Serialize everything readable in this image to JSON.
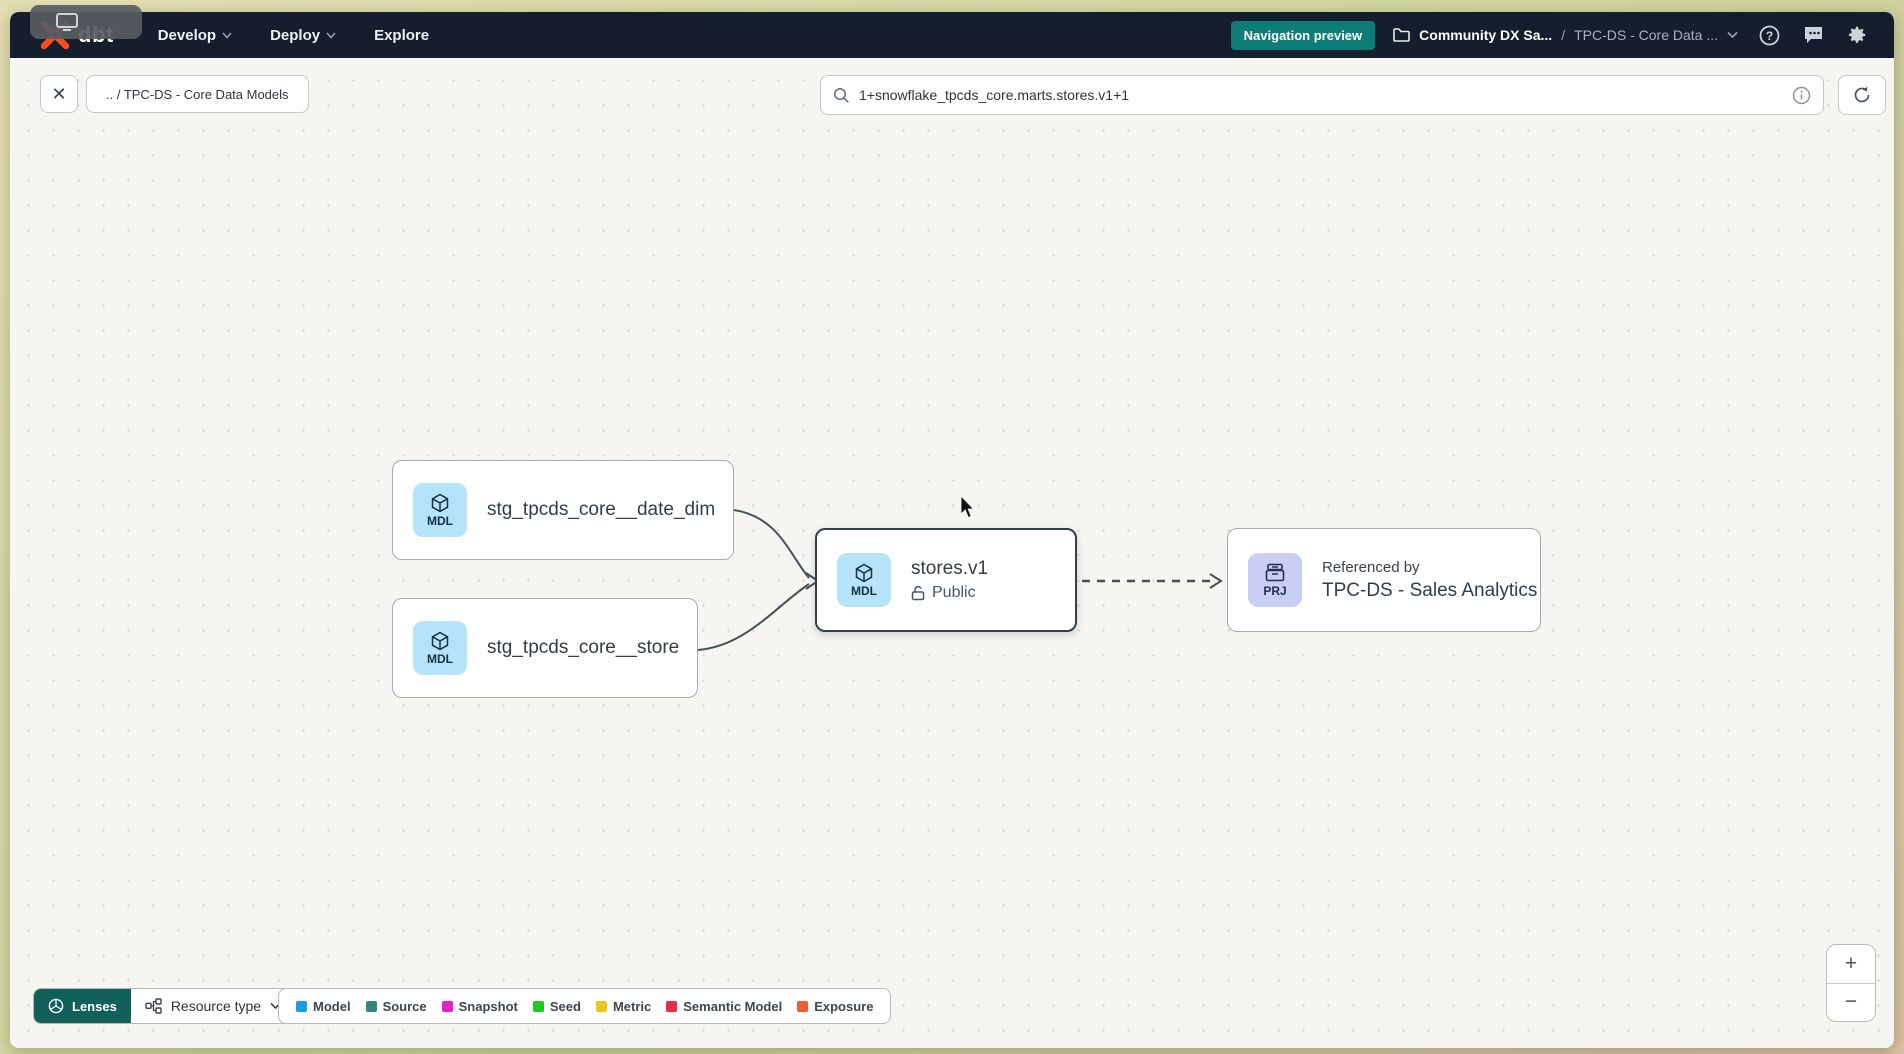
{
  "topbar": {
    "logo_text": "dbt",
    "menu_develop": "Develop",
    "menu_deploy": "Deploy",
    "menu_explore": "Explore",
    "preview_badge": "Navigation preview",
    "breadcrumb_project": "Community DX Sa...",
    "breadcrumb_separator": "/",
    "breadcrumb_env": "TPC-DS - Core Data ..."
  },
  "toolbar": {
    "close_icon": "✕",
    "breadcrumb_chip": ".. / TPC-DS - Core Data Models",
    "search_value": "1+snowflake_tpcds_core.marts.stores.v1+1"
  },
  "graph": {
    "nodes": {
      "date_dim": {
        "badge": "MDL",
        "title": "stg_tpcds_core__date_dim"
      },
      "store": {
        "badge": "MDL",
        "title": "stg_tpcds_core__store"
      },
      "stores_v1": {
        "badge": "MDL",
        "title": "stores.v1",
        "visibility": "Public"
      },
      "sales_analytics": {
        "badge": "PRJ",
        "kicker": "Referenced by",
        "title": "TPC-DS - Sales Analytics"
      }
    }
  },
  "footer": {
    "lenses_label": "Lenses",
    "resource_type_label": "Resource type",
    "legend": [
      {
        "label": "Model",
        "color": "#1b9fe3"
      },
      {
        "label": "Source",
        "color": "#35847f"
      },
      {
        "label": "Snapshot",
        "color": "#e123c4"
      },
      {
        "label": "Seed",
        "color": "#1ecb1e"
      },
      {
        "label": "Metric",
        "color": "#eec31a"
      },
      {
        "label": "Semantic Model",
        "color": "#e82c49"
      },
      {
        "label": "Exposure",
        "color": "#ee5d35"
      }
    ]
  },
  "zoom_controls": {
    "zoom_in": "+",
    "zoom_out": "−"
  },
  "colors": {
    "navbar_bg": "#141e2c",
    "accent_teal": "#0e7d77",
    "model_badge_bg": "#b5e4fa",
    "project_badge_bg": "#c9cef5",
    "canvas_bg": "#f6f5f2"
  }
}
